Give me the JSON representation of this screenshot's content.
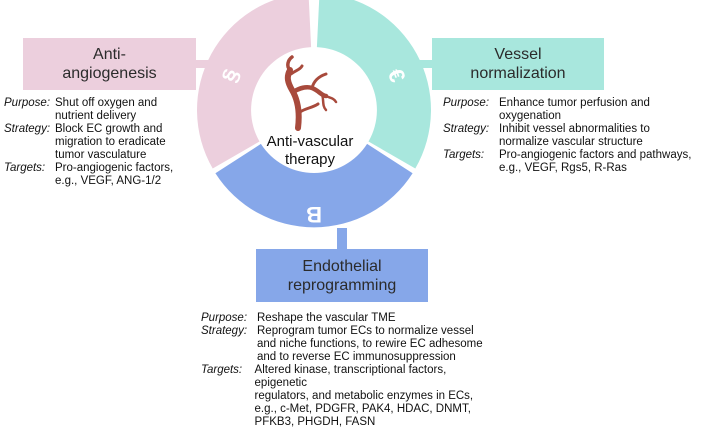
{
  "center": {
    "line1": "Anti-vascular",
    "line2": "therapy"
  },
  "segments": {
    "anti": {
      "glyph": "§",
      "color": "#eccfdd"
    },
    "vessel": {
      "glyph": "€",
      "color": "#a8e7dd"
    },
    "endo": {
      "glyph": "B",
      "color": "#86a7e9"
    }
  },
  "boxes": {
    "anti": {
      "line1": "Anti-",
      "line2": "angiogenesis"
    },
    "vessel": {
      "line1": "Vessel",
      "line2": "normalization"
    },
    "endo": {
      "line1": "Endothelial",
      "line2": "reprogramming"
    }
  },
  "descriptions": {
    "anti": {
      "purpose_key": "Purpose:",
      "purpose": "Shut off oxygen and\nnutrient delivery",
      "strategy_key": "Strategy:",
      "strategy": "Block EC growth and\nmigration to eradicate\ntumor vasculature",
      "targets_key": "Targets:",
      "targets": "Pro-angiogenic factors,\ne.g., VEGF, ANG-1/2"
    },
    "vessel": {
      "purpose_key": "Purpose:",
      "purpose": "Enhance tumor perfusion and\noxygenation",
      "strategy_key": "Strategy:",
      "strategy": "Inhibit vessel abnormalities to\nnormalize vascular structure",
      "targets_key": "Targets:",
      "targets": "Pro-angiogenic factors and pathways,\ne.g., VEGF, Rgs5, R-Ras"
    },
    "endo": {
      "purpose_key": "Purpose:",
      "purpose": "Reshape the vascular TME",
      "strategy_key": "Strategy:",
      "strategy": "Reprogram tumor ECs to normalize vessel\nand niche functions, to rewire EC adhesome\nand to reverse EC immunosuppression",
      "targets_key": "Targets:",
      "targets": "Altered kinase, transcriptional factors, epigenetic\nregulators, and metabolic enzymes in ECs,\ne.g., c-Met, PDGFR, PAK4, HDAC, DNMT,\nPFKB3, PHGDH, FASN"
    }
  },
  "colors": {
    "vessel_icon": "#a84a3c",
    "text": "#111111"
  }
}
